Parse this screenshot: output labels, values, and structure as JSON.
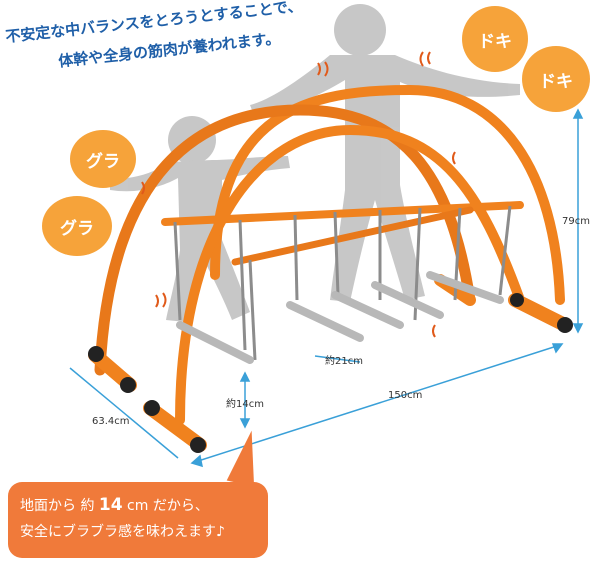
{
  "headline": {
    "line1": "不安定な中バランスをとろうとすることで、",
    "line2": "体幹や全身の筋肉が養われます。"
  },
  "bubbles": {
    "doki1": "ドキ",
    "doki2": "ドキ",
    "gura1": "グラ",
    "gura2": "グラ"
  },
  "dimensions": {
    "height": "79cm",
    "depth": "63.4cm",
    "width": "150cm",
    "rung_width": "約21cm",
    "ground_clearance": "約14cm"
  },
  "note": {
    "line1_prefix": "地面から 約",
    "line1_num": "14",
    "line1_suffix": "cm だから、",
    "line2": "安全にブラブラ感を味わえます♪"
  },
  "colors": {
    "frame": "#f0821e",
    "bubble": "#f6a33a",
    "note": "#f07a3a",
    "headline": "#1f5fa8",
    "dimension_line": "#3aa0d8"
  }
}
